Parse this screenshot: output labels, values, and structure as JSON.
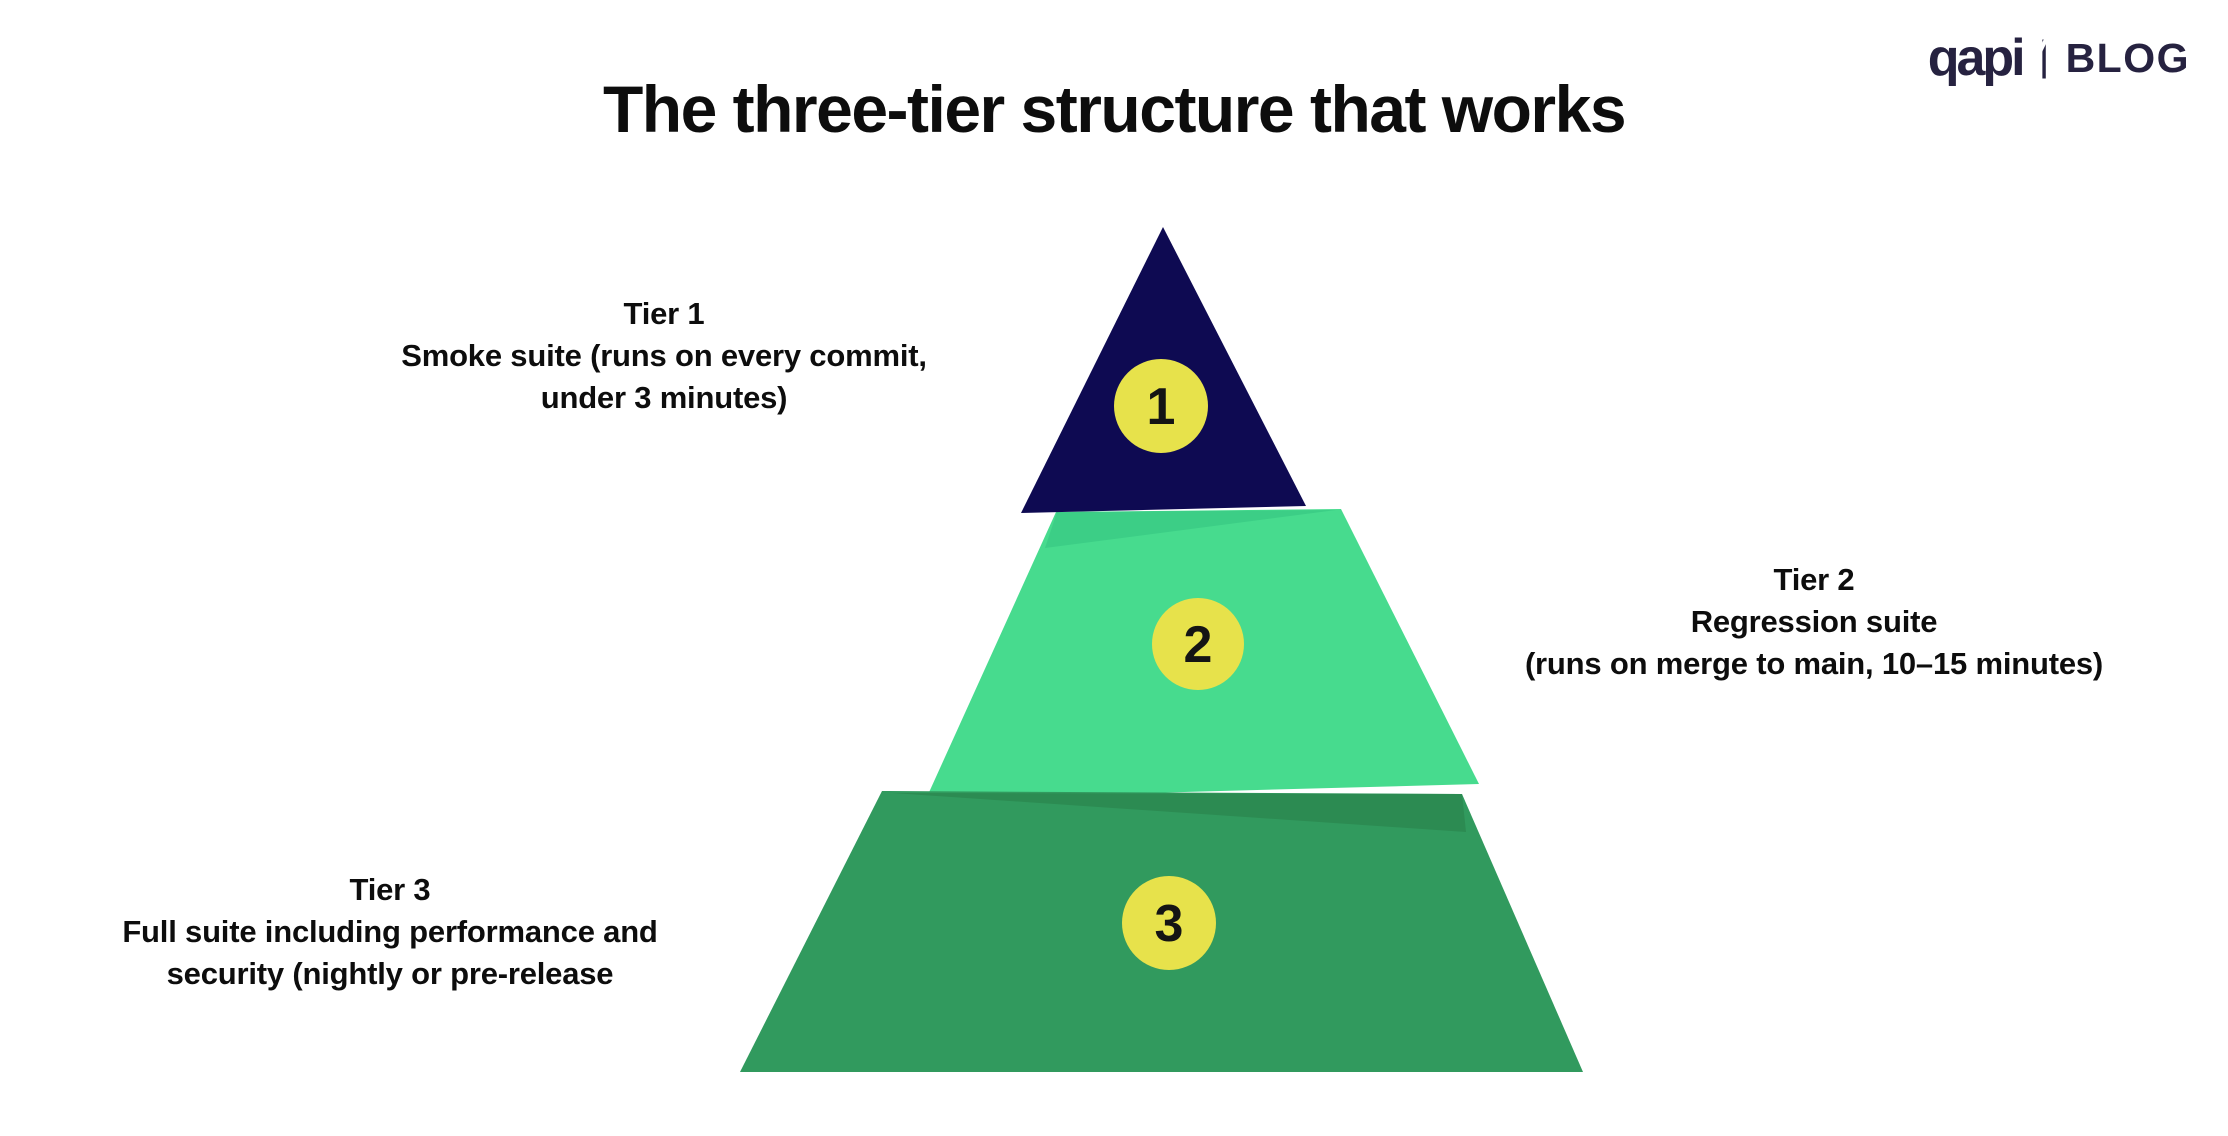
{
  "title": "The three-tier structure that works",
  "logo": {
    "wordmark": "qapi",
    "divider": "|",
    "suffix": "BLOG",
    "color": "#262240"
  },
  "colors": {
    "background": "#ffffff",
    "text": "#0d0d0d",
    "badge_fill": "#e7e24b",
    "badge_number": "#141414"
  },
  "diagram": {
    "type": "pyramid",
    "tiers": [
      {
        "number": "1",
        "name": "Tier 1",
        "label_lines": [
          "Tier 1",
          "Smoke suite (runs on every commit,",
          "under 3 minutes)"
        ],
        "shape_color": "#0e0a52",
        "fold_color": "#0e0a52",
        "label_side": "left"
      },
      {
        "number": "2",
        "name": "Tier 2",
        "label_lines": [
          "Tier 2",
          "Regression suite",
          "(runs on merge to main, 10–15 minutes)"
        ],
        "shape_color": "#47db8e",
        "fold_color": "#3cce86",
        "label_side": "right"
      },
      {
        "number": "3",
        "name": "Tier 3",
        "label_lines": [
          "Tier 3",
          "Full suite including performance and",
          "security (nightly or pre-release"
        ],
        "shape_color": "#319a5e",
        "fold_color": "#2c8b52",
        "label_side": "left"
      }
    ]
  }
}
